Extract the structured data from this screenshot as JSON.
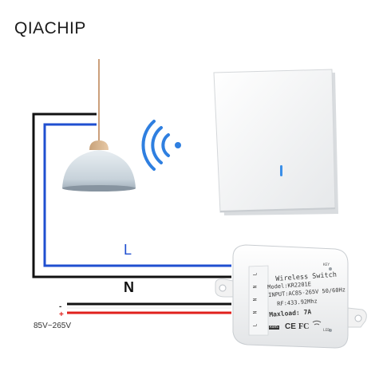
{
  "brand": {
    "name": "QIACHIP"
  },
  "wiring": {
    "live_label": "L",
    "neutral_label": "N",
    "minus_sign": "-",
    "plus_sign": "+",
    "voltage_range": "85V~265V",
    "colors": {
      "live": "#1f4fd0",
      "neutral": "#111111",
      "positive": "#e0201c"
    }
  },
  "module": {
    "title": "Wireless Switch",
    "model": "Model:KR2201E",
    "input": "INPUT:AC85-265V 50/60Hz",
    "rf": "RF:433.92Mhz",
    "max_load": "Maxload: 7A",
    "key_label": "KEY",
    "led_label": "LED",
    "ce_mark": "CE",
    "fc_mark": "FC",
    "rohs_mark": "RoHS",
    "terminals": [
      "L",
      "N",
      "N",
      "N",
      "L"
    ]
  },
  "remote_switch": {
    "led_color": "#3a8fe8"
  },
  "signal": {
    "color": "#2f7fe0",
    "icon": "wifi-signal-icon"
  }
}
